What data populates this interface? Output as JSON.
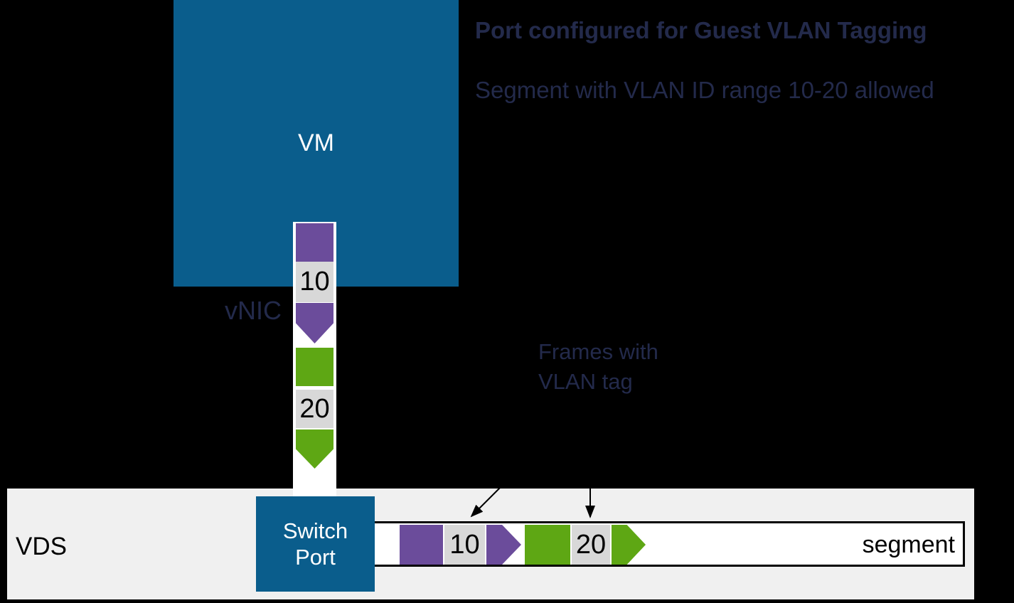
{
  "colors": {
    "bg": "#000000",
    "teal": "#0a5d8c",
    "purple": "#6b4c9b",
    "green": "#5ea714",
    "tag_gray": "#d8d8d8",
    "bar_gray": "#f0f0f0",
    "navy": "#232a4b"
  },
  "header": {
    "title": "Port configured for Guest VLAN Tagging",
    "subtitle": "Segment with VLAN ID range 10-20 allowed"
  },
  "vm": {
    "label": "VM"
  },
  "vnic": {
    "label": "vNIC",
    "frames": [
      {
        "tag": "10"
      },
      {
        "tag": "20"
      }
    ]
  },
  "annotation": {
    "line1": "Frames with",
    "line2": "VLAN tag"
  },
  "vds": {
    "label": "VDS"
  },
  "switch_port": {
    "line1": "Switch",
    "line2": "Port"
  },
  "segment": {
    "label": "segment",
    "frames": [
      {
        "tag": "10"
      },
      {
        "tag": "20"
      }
    ]
  }
}
